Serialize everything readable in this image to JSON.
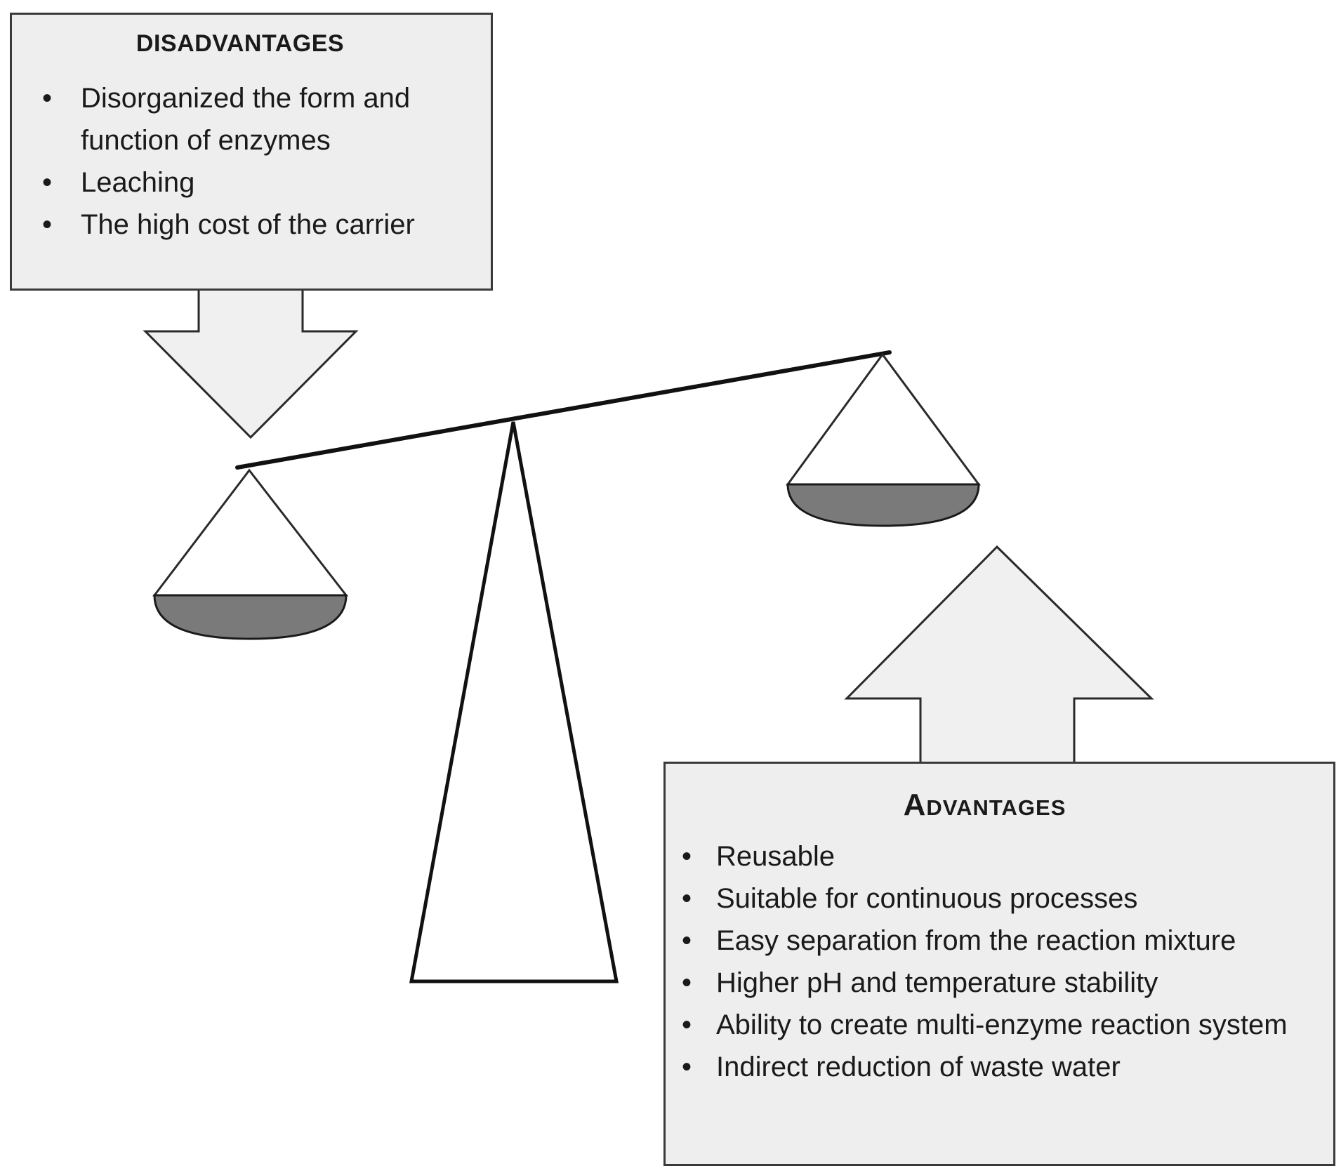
{
  "disadvantages": {
    "title": "DISADVANTAGES",
    "items": [
      {
        "text": "Disorganized the form and function of enzymes"
      },
      {
        "text": "Leaching"
      },
      {
        "text": "The high cost of the carrier"
      }
    ]
  },
  "advantages": {
    "title": "Advantages",
    "items": [
      {
        "text": "Reusable"
      },
      {
        "text": "Suitable for continuous processes"
      },
      {
        "text": "Easy separation from the reaction mixture"
      },
      {
        "text": "Higher pH and temperature stability"
      },
      {
        "text": "Ability to create multi-enzyme reaction system"
      },
      {
        "text": "Indirect reduction of waste water"
      }
    ]
  },
  "bullet_glyph": "•",
  "colors": {
    "box_fill": "#eeeeee",
    "arrow_fill": "#f0f0f0",
    "pan_fill": "#7a7a7a",
    "stroke": "#1a1a1a"
  }
}
